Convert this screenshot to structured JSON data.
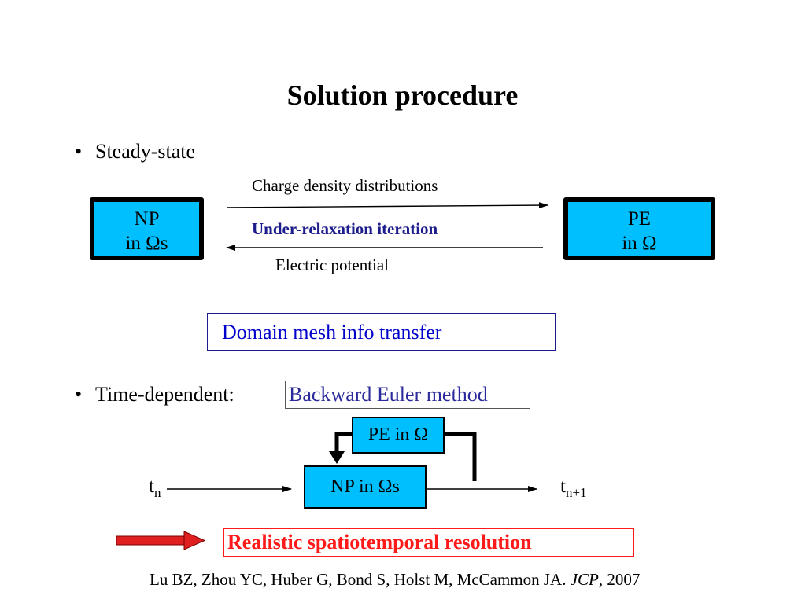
{
  "title": "Solution procedure",
  "steady": {
    "bullet": "•",
    "label": "Steady-state",
    "np_line1": "NP",
    "np_line2": "in Ωs",
    "pe_line1": "PE",
    "pe_line2": "in Ω",
    "charge_label": "Charge density distributions",
    "iteration_label": "Under-relaxation iteration",
    "potential_label": "Electric potential",
    "mesh_label": "Domain mesh info transfer"
  },
  "timedep": {
    "bullet": "•",
    "label": "Time-dependent:",
    "method_label": "Backward Euler method",
    "pe_box": "PE in Ω",
    "np_box": "NP in Ωs",
    "tn_base": "t",
    "tn_sub": "n",
    "tn1_base": "t",
    "tn1_sub": "n+1"
  },
  "highlight": "Realistic spatiotemporal resolution",
  "citation": {
    "authors": "Lu BZ, Zhou YC, Huber G, Bond S, Holst M, McCammon JA. ",
    "journal": "JCP",
    "year": ", 2007"
  },
  "colors": {
    "box_fill": "#00bfff",
    "iteration_text": "#1c1c8c",
    "mesh_text": "#0000cc",
    "method_text": "#2a2a9c",
    "highlight_text": "#ff1a1a",
    "red_arrow": "#e02020"
  }
}
